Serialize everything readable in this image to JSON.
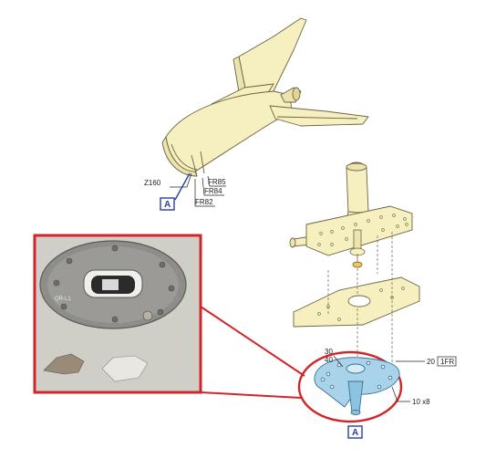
{
  "labels": {
    "z160": "Z160",
    "fr85": "FR85",
    "fr84": "FR84",
    "fr82": "FR82",
    "view_a_top": "A",
    "view_a_bottom": "A",
    "item_30": "30",
    "item_40": "40",
    "item_20": "20",
    "ref_1fr": "1FR",
    "item_10x8": "10 x8",
    "photo_id_text": "QR-L1"
  },
  "colors": {
    "airframe_fill": "#f6efc0",
    "airframe_stroke": "#6a6440",
    "callout_blue": "#2b3f9e",
    "highlight_red": "#d0262b",
    "part_blue": "#a9d3ea",
    "photo_bg": "#d9d8d2",
    "plate_grey": "#8d8d8a"
  }
}
